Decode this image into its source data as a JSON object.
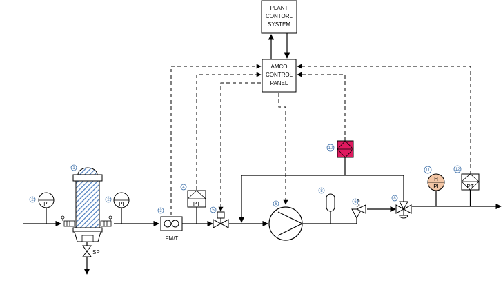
{
  "diagram": {
    "plant_system": [
      "PLANT",
      "CONTORL",
      "SYSTEM"
    ],
    "amco_panel": [
      "AMCO",
      "CONTROL",
      "PANEL"
    ],
    "instruments": {
      "pi_left": "PI",
      "pi_right": "PI",
      "pt_4": "PT",
      "pt_12": "PT",
      "h_pi_top": "H",
      "h_pi_bottom": "PI"
    },
    "labels": {
      "flowmeter": "FM/T",
      "sample_point": "SP"
    },
    "tags": [
      "1",
      "2",
      "2",
      "3",
      "4",
      "5",
      "6",
      "8",
      "6",
      "8",
      "10",
      "11",
      "12"
    ]
  },
  "colors": {
    "filter_fill": "#4f7fc0",
    "tag_stroke": "#3b6ea8",
    "alarm_fill": "#e0195f",
    "gauge_h_fill": "#f3c6a5"
  }
}
